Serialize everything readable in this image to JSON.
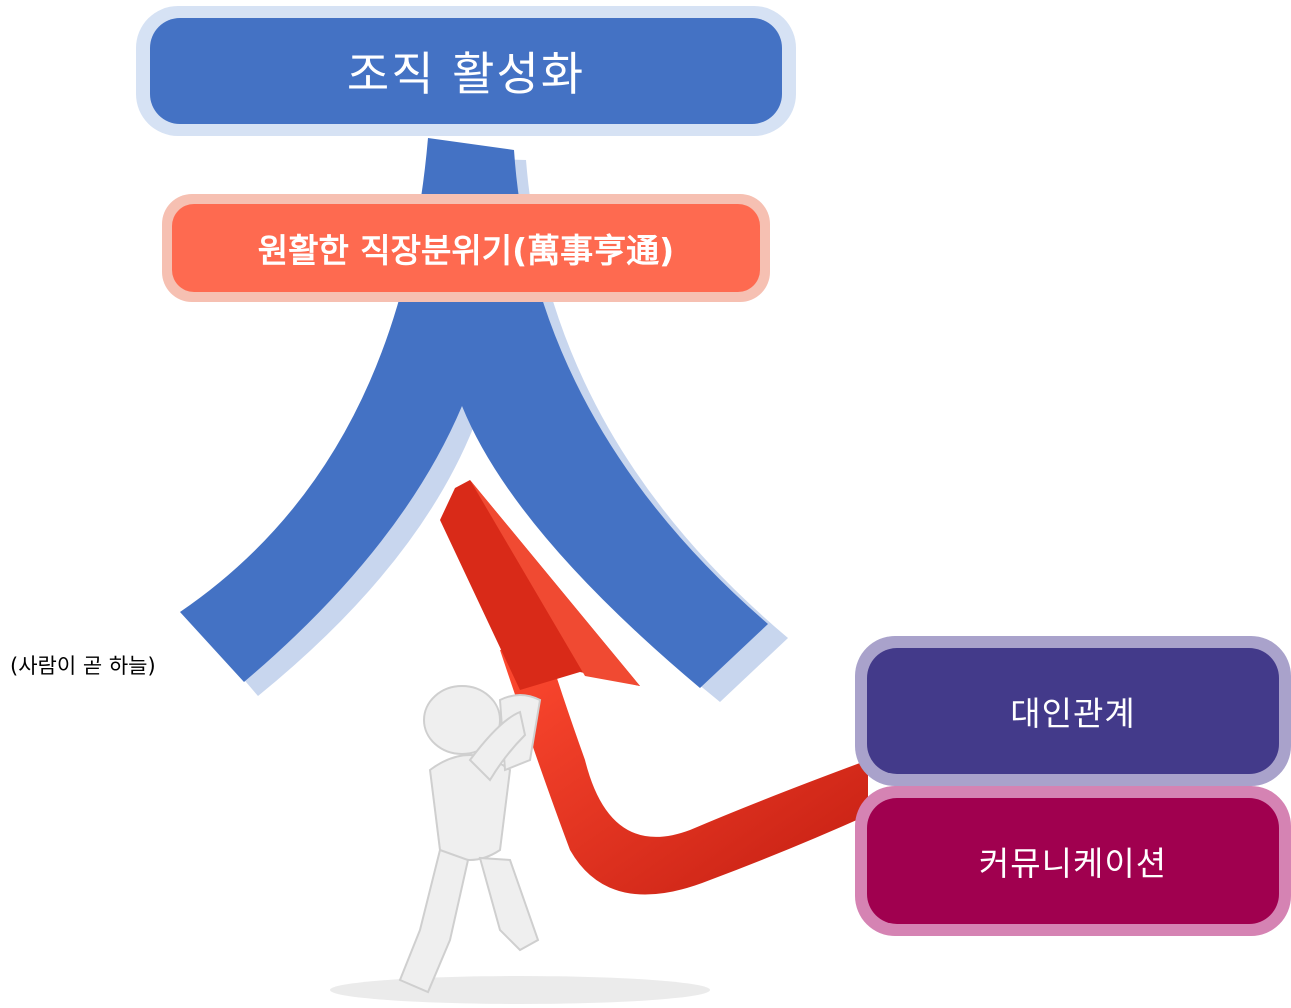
{
  "title": "조직 활성화",
  "banner": "원활한 직장분위기(萬事亨通)",
  "caption": "(사람이 곧 하늘)",
  "boxes": {
    "relations": "대인관계",
    "communication": "커뮤니케이션"
  },
  "graphic": {
    "character": "人",
    "illustration": "figure pushing upward red arrow"
  },
  "colors": {
    "title_fill": "#4472c4",
    "banner_fill": "#ff5c40",
    "glyph_fill": "#4472c4",
    "arrow_fill": "#e8321e",
    "relations_fill": "#433a8a",
    "communication_fill": "#a0004f"
  }
}
